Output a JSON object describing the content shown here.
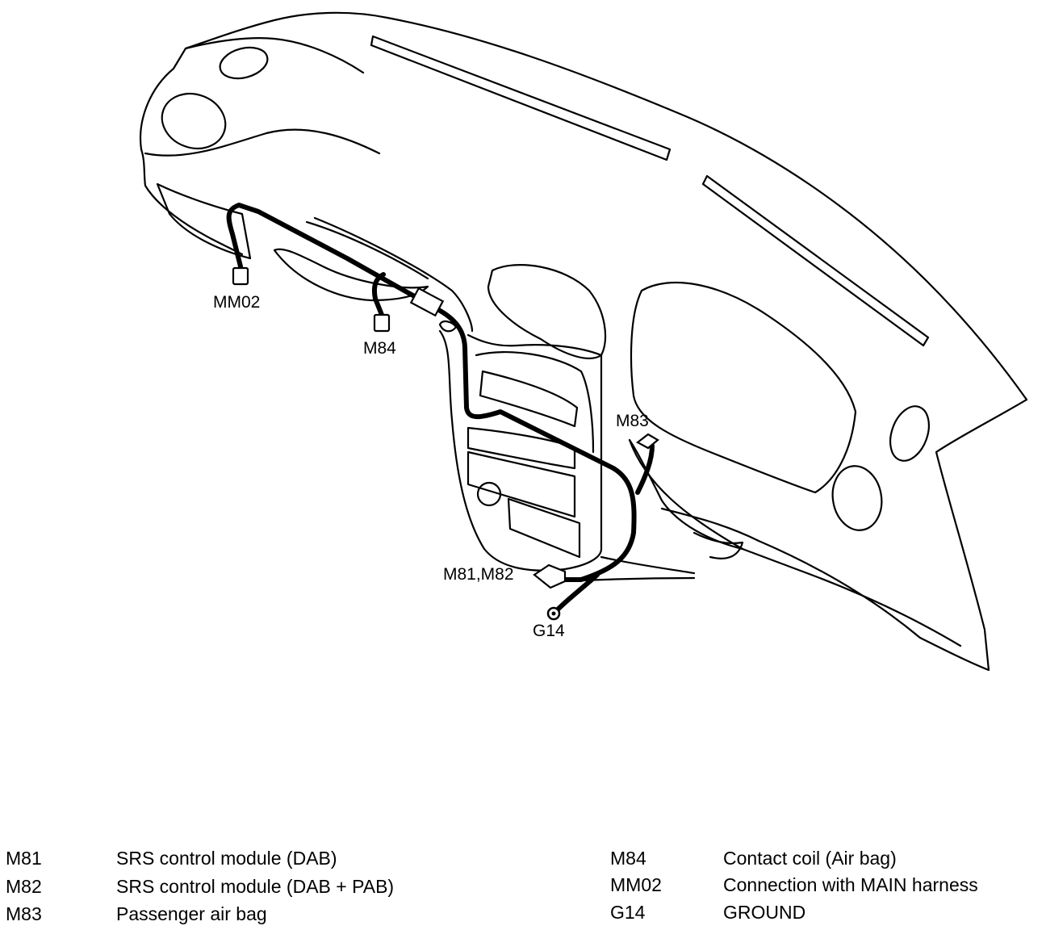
{
  "callouts": {
    "mm02": "MM02",
    "m84": "M84",
    "m83": "M83",
    "m81_m82": "M81,M82",
    "g14": "G14"
  },
  "legend": {
    "left": [
      {
        "code": "M81",
        "desc": "SRS control module (DAB)"
      },
      {
        "code": "M82",
        "desc": "SRS control module (DAB + PAB)"
      },
      {
        "code": "M83",
        "desc": "Passenger air bag"
      }
    ],
    "right": [
      {
        "code": "M84",
        "desc": "Contact coil (Air bag)"
      },
      {
        "code": "MM02",
        "desc": "Connection with MAIN harness"
      },
      {
        "code": "G14",
        "desc": "GROUND"
      }
    ]
  },
  "colors": {
    "line": "#000000",
    "background": "#ffffff"
  }
}
